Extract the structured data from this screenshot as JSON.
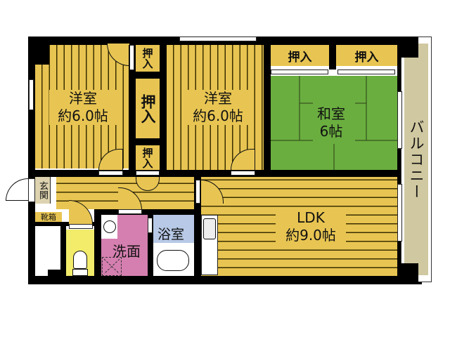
{
  "floor_plan": {
    "rooms": {
      "western_room_1": {
        "name": "洋室",
        "size": "約6.0帖"
      },
      "western_room_2": {
        "name": "洋室",
        "size": "約6.0帖"
      },
      "japanese_room": {
        "name": "和室",
        "size": "6帖"
      },
      "ldk": {
        "name": "LDK",
        "size": "約9.0帖"
      },
      "washroom": {
        "name": "洗面"
      },
      "bathroom": {
        "name": "浴室"
      },
      "entrance": {
        "name": "玄関"
      },
      "shoe_box": {
        "name": "靴箱"
      },
      "balcony": {
        "name": "バルコニー"
      }
    },
    "closets": {
      "closet_top_small": "押入",
      "closet_middle": "押入",
      "closet_bottom_small": "押入",
      "closet_japanese_left": "押入",
      "closet_japanese_right": "押入"
    },
    "colors": {
      "wall": "#000000",
      "wood_floor": "#e8c552",
      "tatami": "#6aae3f",
      "washroom": "#d57fb0",
      "bathroom": "#b7c9e6",
      "toilet": "#f2ec6a",
      "balcony": "#d0c8a0",
      "entrance": "#ddd3b0"
    }
  }
}
